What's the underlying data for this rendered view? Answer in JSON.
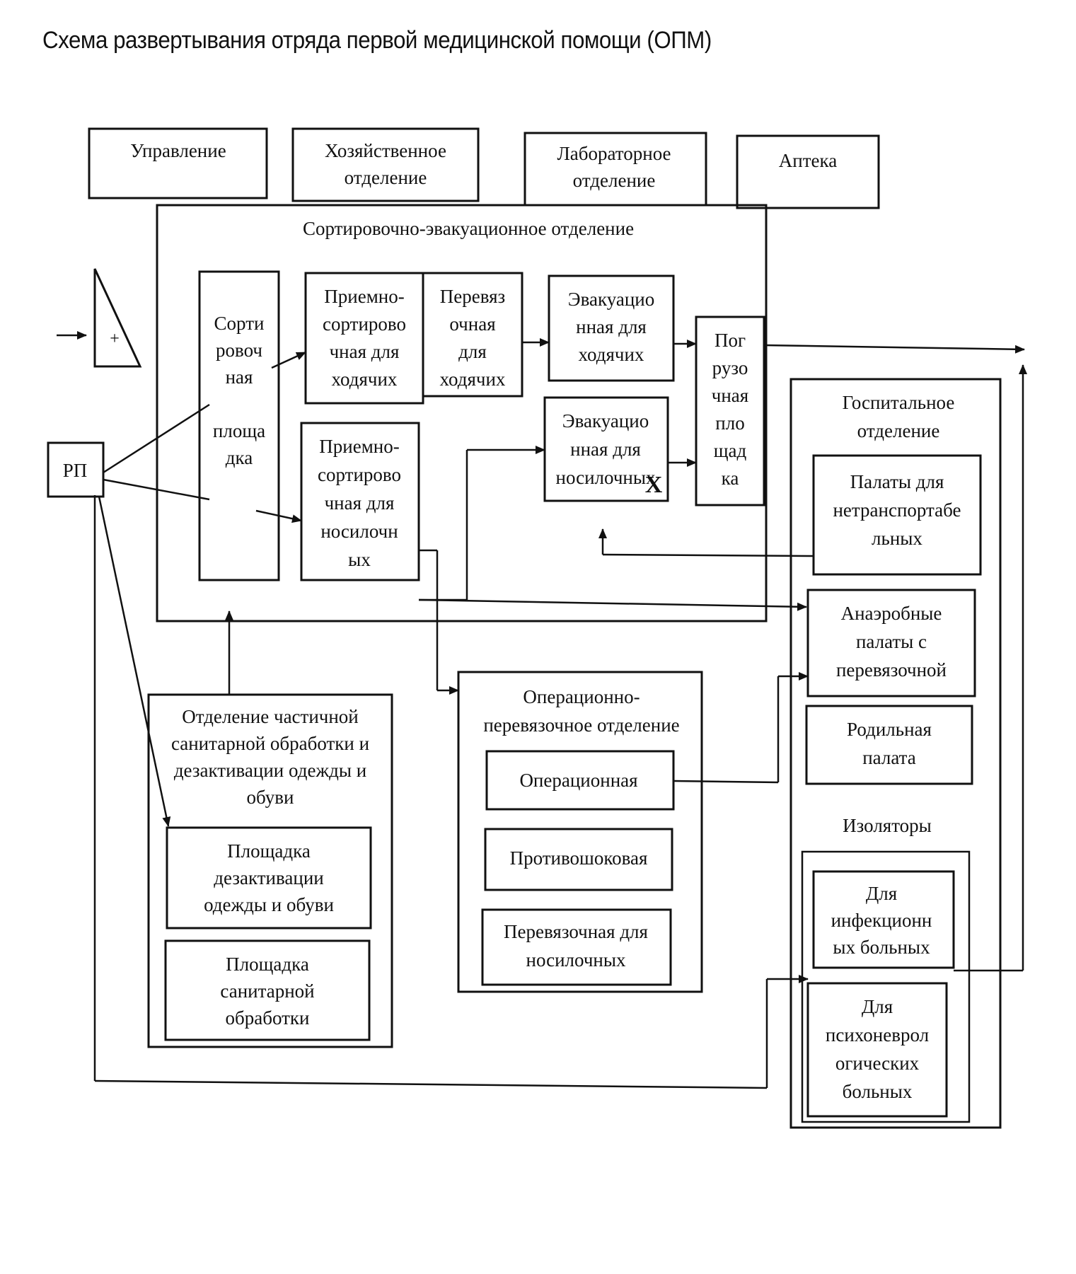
{
  "title": "Схема развертывания отряда первой медицинской помощи (ОПМ)",
  "top_units": {
    "management": [
      "Управление"
    ],
    "household": [
      "Хозяйственное",
      "отделение"
    ],
    "laboratory": [
      "Лабораторное",
      "отделение"
    ],
    "pharmacy": [
      "Аптека"
    ]
  },
  "sorting_dept": {
    "label": "Сортировочно-эвакуационное отделение",
    "sorting_area": [
      "Сорти",
      "ровоч",
      "ная",
      "",
      "площа",
      "дка"
    ],
    "reception_walking": [
      "Приемно-",
      "сортирово",
      "чная для",
      "ходячих"
    ],
    "dressing_walking": [
      "Перевяз",
      "очная",
      "для",
      "ходячих"
    ],
    "evac_walking": [
      "Эвакуацио",
      "нная для",
      "ходячих"
    ],
    "reception_stretcher": [
      "Приемно-",
      "сортирово",
      "чная для",
      "носилочн",
      "ых"
    ],
    "evac_stretcher": [
      "Эвакуацио",
      "нная для",
      "носилочных"
    ],
    "evac_stretcher_mark": "X",
    "loading_area": [
      "Пог",
      "рузо",
      "чная",
      "пло",
      "щад",
      "ка"
    ]
  },
  "rp": "РП",
  "sign_mark": "+",
  "sanitary_dept": {
    "label": [
      "Отделение частичной",
      "санитарной обработки и",
      "дезактивации одежды и",
      "обуви"
    ],
    "decontamination": [
      "Площадка",
      "дезактивации",
      "одежды и обуви"
    ],
    "sanitary": [
      "Площадка",
      "санитарной",
      "обработки"
    ]
  },
  "operating_dept": {
    "label": [
      "Операционно-",
      "перевязочное отделение"
    ],
    "operating": [
      "Операционная"
    ],
    "antishock": [
      "Противошоковая"
    ],
    "dressing_stretcher": [
      "Перевязочная для",
      "носилочных"
    ]
  },
  "hospital_dept": {
    "label": [
      "Госпитальное",
      "отделение"
    ],
    "non_transportable": [
      "Палаты для",
      "нетранспортабе",
      "льных"
    ],
    "anaerobic": [
      "Анаэробные",
      "палаты с",
      "перевязочной"
    ],
    "maternity": [
      "Родильная",
      "палата"
    ],
    "isolators_label": "Изоляторы",
    "infectious": [
      "Для",
      "инфекционн",
      "ых больных"
    ],
    "psycho": [
      "Для",
      "психоневрол",
      "огических",
      "больных"
    ]
  }
}
